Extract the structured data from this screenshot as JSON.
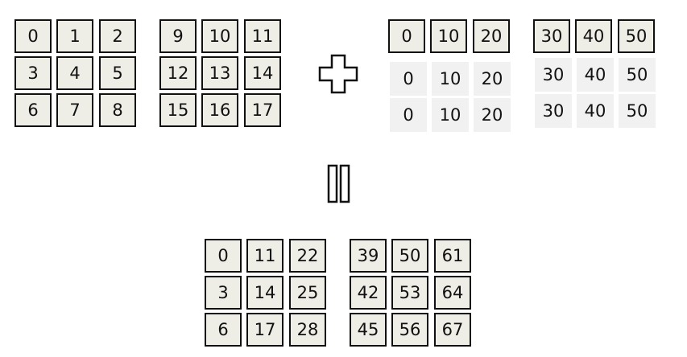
{
  "operand_a": {
    "blocks": [
      [
        [
          "0",
          "1",
          "2"
        ],
        [
          "3",
          "4",
          "5"
        ],
        [
          "6",
          "7",
          "8"
        ]
      ],
      [
        [
          "9",
          "10",
          "11"
        ],
        [
          "12",
          "13",
          "14"
        ],
        [
          "15",
          "16",
          "17"
        ]
      ]
    ]
  },
  "operand_b": {
    "blocks": [
      [
        [
          "0",
          "10",
          "20"
        ],
        [
          "0",
          "10",
          "20"
        ],
        [
          "0",
          "10",
          "20"
        ]
      ],
      [
        [
          "30",
          "40",
          "50"
        ],
        [
          "30",
          "40",
          "50"
        ],
        [
          "30",
          "40",
          "50"
        ]
      ]
    ],
    "stored_rows": 1
  },
  "result": {
    "blocks": [
      [
        [
          "0",
          "11",
          "22"
        ],
        [
          "3",
          "14",
          "25"
        ],
        [
          "6",
          "17",
          "28"
        ]
      ],
      [
        [
          "39",
          "50",
          "61"
        ],
        [
          "42",
          "53",
          "64"
        ],
        [
          "45",
          "56",
          "67"
        ]
      ]
    ]
  },
  "icons": {
    "plus": "plus-icon",
    "equals": "equals-icon"
  },
  "colors": {
    "cell_fill": "#efeee6",
    "broadcast_fill": "#f1f1f1",
    "outline": "#111111"
  }
}
